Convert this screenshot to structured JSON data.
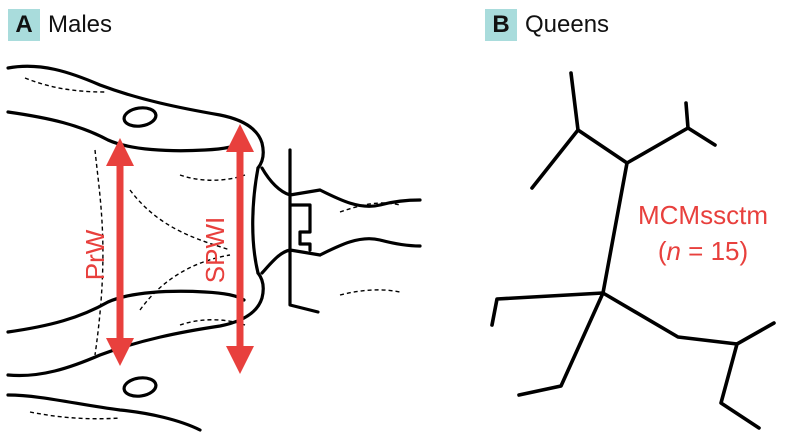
{
  "panel_a": {
    "badge": "A",
    "title": "Males",
    "measure_1": "PrW",
    "measure_2": "SPWI"
  },
  "panel_b": {
    "badge": "B",
    "title": "Queens",
    "label_line1": "MCMssctm",
    "label_line2_open": "(",
    "label_line2_var": "n",
    "label_line2_rest": " = 15)"
  },
  "colors": {
    "accent_red": "#e8403d",
    "badge_bg": "#a9dcdc"
  }
}
